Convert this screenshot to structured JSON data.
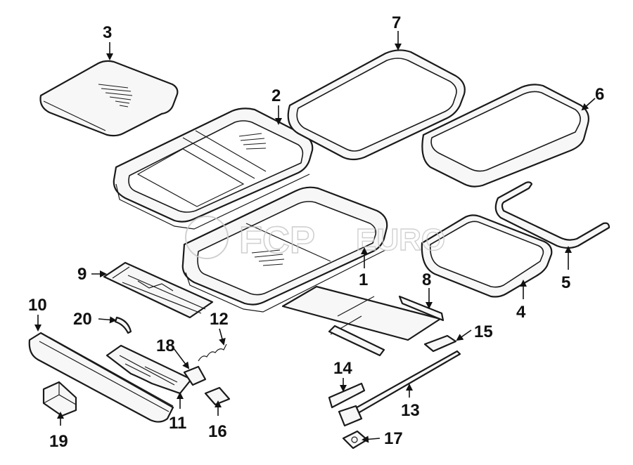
{
  "watermark": {
    "brand": "FCP",
    "suffix": "EURO"
  },
  "callouts": {
    "c1": "1",
    "c2": "2",
    "c3": "3",
    "c4": "4",
    "c5": "5",
    "c6": "6",
    "c7": "7",
    "c8": "8",
    "c9": "9",
    "c10": "10",
    "c11": "11",
    "c12": "12",
    "c13": "13",
    "c14": "14",
    "c15": "15",
    "c16": "16",
    "c17": "17",
    "c18": "18",
    "c19": "19",
    "c20": "20"
  }
}
